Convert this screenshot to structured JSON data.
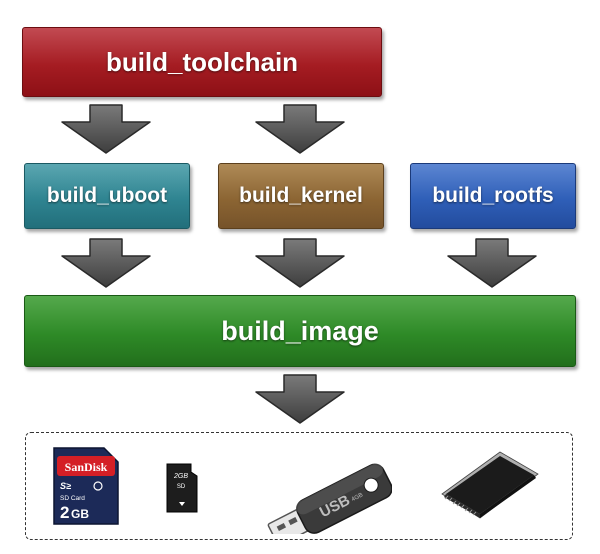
{
  "diagram": {
    "stages": {
      "toolchain": "build_toolchain",
      "uboot": "build_uboot",
      "kernel": "build_kernel",
      "rootfs": "build_rootfs",
      "image": "build_image"
    },
    "colors": {
      "toolchain": "#a51c22",
      "uboot": "#2f8491",
      "kernel": "#8c6533",
      "rootfs": "#2f5fb8",
      "image": "#2e8a27",
      "arrow": "#555555"
    },
    "media": {
      "items": [
        "sd-card",
        "microsd-card",
        "usb-drive",
        "flash-chip"
      ],
      "sd_card": {
        "brand": "SanDisk",
        "type": "SD Card",
        "capacity_num": "2",
        "capacity_unit": "GB"
      },
      "microsd_card": {
        "capacity": "2GB"
      },
      "usb_drive": {
        "label": "USB",
        "capacity": "4GB"
      }
    }
  }
}
